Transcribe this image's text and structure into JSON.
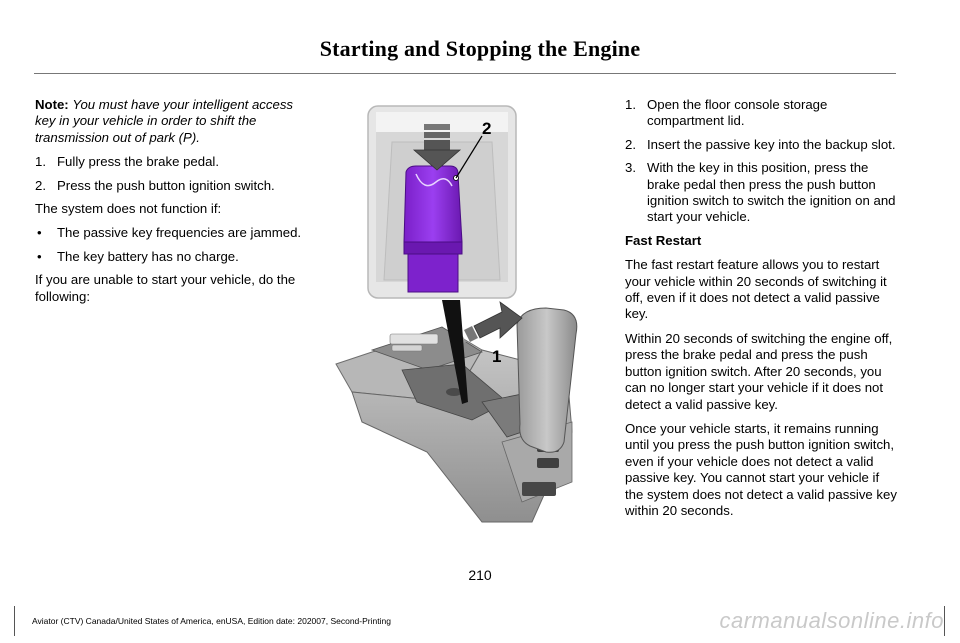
{
  "header": {
    "title": "Starting and Stopping the Engine"
  },
  "left_column": {
    "note_label": "Note:",
    "note_text": "You must have your intelligent access key in your vehicle in order to shift the transmission out of park (P).",
    "steps": [
      {
        "num": "1.",
        "text": "Fully press the brake pedal."
      },
      {
        "num": "2.",
        "text": "Press the push button ignition switch."
      }
    ],
    "intro": "The system does not function if:",
    "bullet_symbol": "•",
    "bullets": [
      "The passive key frequencies are jammed.",
      "The key battery has no charge."
    ],
    "closing": "If you are unable to start your vehicle, do the following:"
  },
  "figure": {
    "callout_1": "1",
    "callout_2": "2",
    "key_color": "#8a2bd9",
    "inset_bg": "#e6e6e6"
  },
  "right_column": {
    "steps": [
      {
        "num": "1.",
        "text": "Open the floor console storage compartment lid."
      },
      {
        "num": "2.",
        "text": "Insert the passive key into the backup slot."
      },
      {
        "num": "3.",
        "text": "With the key in this position, press the brake pedal then press the push button ignition switch to switch the ignition on and start your vehicle."
      }
    ],
    "heading": "Fast Restart",
    "paragraphs": [
      "The fast restart feature allows you to restart your vehicle within 20 seconds of switching it off, even if it does not detect a valid passive key.",
      "Within 20 seconds of switching the engine off, press the brake pedal and press the push button ignition switch.  After 20 seconds, you can no longer start your vehicle if it does not detect a valid passive key.",
      "Once your vehicle starts, it remains running until you press the push button ignition switch, even if your vehicle does not detect a valid passive key.  You cannot start your vehicle if the system does not detect a valid passive key within 20 seconds."
    ]
  },
  "footer": {
    "page_number": "210",
    "edition": "Aviator (CTV) Canada/United States of America, enUSA, Edition date: 202007, Second-Printing",
    "watermark": "carmanualsonline.info"
  }
}
